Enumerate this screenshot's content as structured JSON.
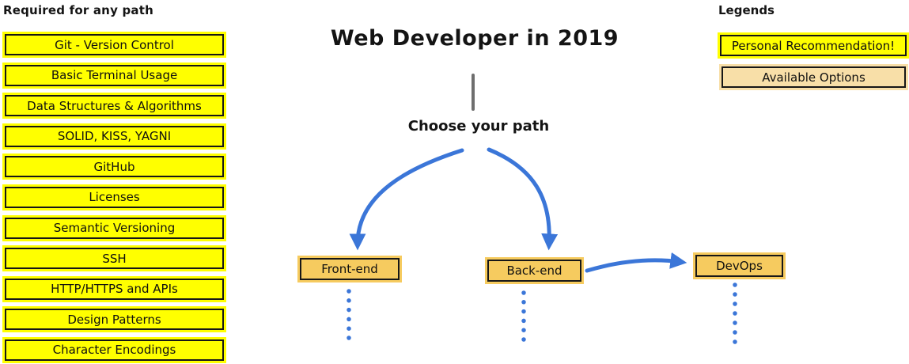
{
  "title": "Web Developer in 2019",
  "subtitle": "Choose your path",
  "required_section": {
    "heading": "Required for any path",
    "items": [
      "Git - Version Control",
      "Basic Terminal Usage",
      "Data Structures & Algorithms",
      "SOLID, KISS, YAGNI",
      "GitHub",
      "Licenses",
      "Semantic Versioning",
      "SSH",
      "HTTP/HTTPS and APIs",
      "Design Patterns",
      "Character Encodings"
    ]
  },
  "path_options": [
    {
      "label": "Front-end"
    },
    {
      "label": "Back-end"
    },
    {
      "label": "DevOps"
    }
  ],
  "legends": {
    "heading": "Legends",
    "items": [
      {
        "label": "Personal Recommendation!",
        "color": "#ffff00"
      },
      {
        "label": "Available Options",
        "color": "#f8dfa8"
      }
    ]
  },
  "colors": {
    "recommendation_yellow": "#ffff00",
    "path_box_tan": "#f6cb5f",
    "available_options_tan": "#f8dfa8",
    "arrow_blue": "#3b76d8",
    "connector_gray": "#6e6e6e",
    "outline_black": "#171717"
  }
}
